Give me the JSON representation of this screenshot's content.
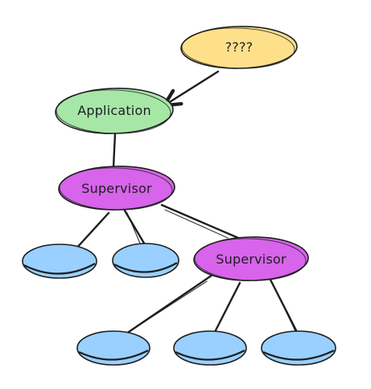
{
  "diagram": {
    "nodes": {
      "root": {
        "label": "????",
        "color": "#ffe08a"
      },
      "application": {
        "label": "Application",
        "color": "#a6e7a8"
      },
      "supervisor_top": {
        "label": "Supervisor",
        "color": "#d764ea"
      },
      "supervisor_child": {
        "label": "Supervisor",
        "color": "#d764ea"
      },
      "worker_color": "#99d0ff"
    }
  }
}
